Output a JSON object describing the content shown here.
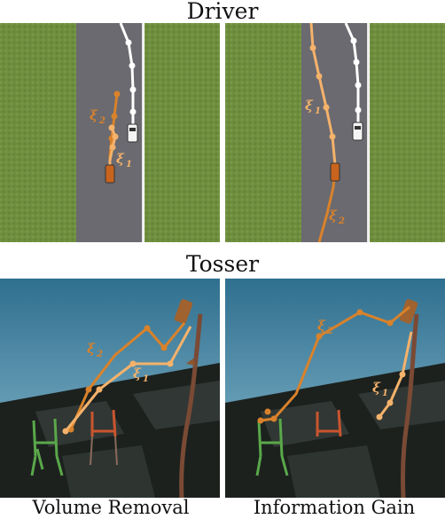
{
  "titles": {
    "top": "Driver",
    "bottom": "Tosser"
  },
  "captions": {
    "left": "Volume Removal",
    "right": "Information Gain"
  },
  "labels": {
    "xi1": "ξ",
    "xi2": "ξ",
    "sub1": "1",
    "sub2": "2"
  },
  "colors": {
    "grass": "#6f8e3e",
    "road": "#6a6a70",
    "traj_dark": "#d9822b",
    "traj_light": "#f5b26b",
    "traj_white": "#ffffff",
    "floor_dark": "#1c211e",
    "floor_light": "#3b423d",
    "sky_top": "#2f6f8f",
    "sky_bottom": "#7fb2c8",
    "chair_green": "#5aa84a",
    "chair_red": "#c9552e",
    "pole": "#7a4a35"
  }
}
